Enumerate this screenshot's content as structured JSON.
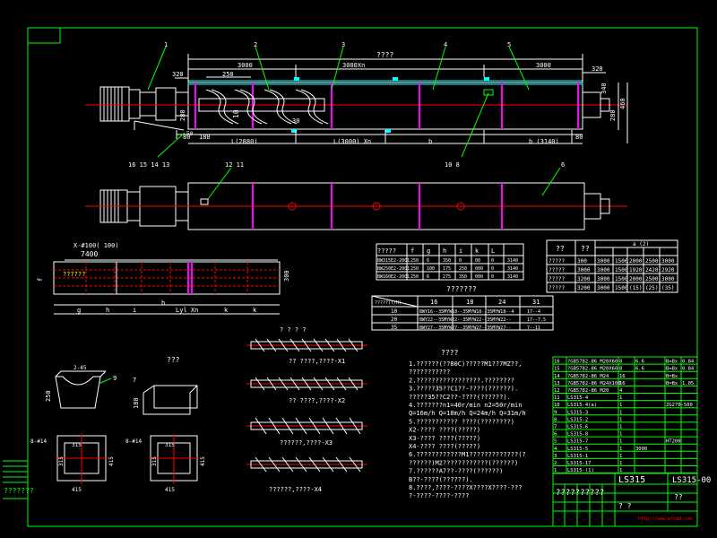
{
  "colors": {
    "background": "#000000",
    "frame": "#00ff00",
    "dimension": "#ffffff",
    "centerline": "#ff0000",
    "flange": "#ff00ff",
    "leader": "#ffff00",
    "note": "#ffff00",
    "conveyor_body": "#ffffff",
    "motor": "#ffffff"
  },
  "top_view": {
    "part_numbers": [
      "1",
      "2",
      "3",
      "4",
      "5"
    ],
    "overall_dim": "????",
    "dims_top": [
      "3000",
      "3000Xn",
      "3000"
    ],
    "dim_320_top": "320",
    "dim_250": "250",
    "dim_340": "340",
    "dim_280": "280",
    "dim_460": "460",
    "dim_80_left": "80",
    "dim_80_right": "80",
    "dim_280_left": "280",
    "dim_10": "10",
    "dim_30": "30",
    "dim_180": "180",
    "bottom_dims": [
      "L(2880)",
      "L(3000) Xn",
      "b",
      "b (3140)"
    ],
    "bottom_labels": [
      "16 15 14 13",
      "10  8"
    ],
    "marker_50": "50"
  },
  "plan_view": {
    "labels_top": [
      "12  11"
    ],
    "part_6": "6"
  },
  "trough_section": {
    "title": "X-#100(  100)",
    "length": "7400",
    "mark": "??????",
    "dim_300": "300",
    "labels_bottom": [
      "g",
      "h",
      "i",
      "h",
      "Lyl  Xn",
      "k",
      "k"
    ],
    "label_f": "f"
  },
  "details": {
    "title_a": "???",
    "part_9": "9",
    "part_7": "7",
    "dim_250": "250",
    "dim_2_45": "2-45",
    "dim_180": "180",
    "section_a_dims": [
      "315",
      "415",
      "315",
      "415"
    ],
    "section_b_dims": [
      "315",
      "415",
      "315",
      "415"
    ],
    "section_a_label": "8-#14",
    "section_b_label": "8-#14"
  },
  "screws": {
    "title": "? ? ? ?",
    "captions": [
      "??  ????,????-X1",
      "??  ????,????-X2",
      "??????,????-X3",
      "??????,????-X4"
    ],
    "x_labels": [
      "X2-????",
      "X3-????",
      "X4-????",
      "B??-????"
    ]
  },
  "param_table_left": {
    "headers": [
      "?????",
      "f",
      "g",
      "h",
      "i",
      "k",
      "L"
    ],
    "rows": [
      [
        "BW315E2-2001",
        "250",
        "6",
        "350",
        "0",
        "00",
        "0",
        "3140"
      ],
      [
        "BW250E2-2001",
        "250",
        "100",
        "175",
        "250",
        "000",
        "0",
        "3140"
      ],
      [
        "BW160E2-2001",
        "250",
        "6",
        "275",
        "350",
        "000",
        "0",
        "3140"
      ]
    ]
  },
  "param_table_right": {
    "headers": [
      "??",
      "??",
      "a  (2)"
    ],
    "rows": [
      [
        "?????",
        "300",
        "3000",
        "1500",
        "2000",
        "2500",
        "3000"
      ],
      [
        "?????",
        "3000",
        "3000",
        "1500",
        "1920",
        "2420",
        "2920"
      ],
      [
        "?????",
        "3200",
        "3000",
        "1500",
        "2000",
        "2500",
        "3000"
      ],
      [
        "?????",
        "3200",
        "3000",
        "1500",
        "(15)",
        "(25)",
        "(35)"
      ]
    ]
  },
  "ratio_table": {
    "title": "???????",
    "headers": [
      "?????(T/H)",
      "16",
      "18",
      "24",
      "31"
    ],
    "rows": [
      [
        "10",
        "BWY16--35MYW18--35MYW18--35MYW18--4",
        "17--4"
      ],
      [
        "20",
        "BWY22--35MYW22--35MYW22--35MYW22--",
        "17--7.5"
      ],
      [
        "35",
        "BWY27--35MYW27--35MYW27--35MYW27--",
        "7--11"
      ]
    ]
  },
  "notes": {
    "title": "????",
    "lines": [
      "1.??????(??80C)?????M1??7MZ??,",
      "  ???????????",
      "2.?????????????????.????????",
      "3.?????35??C1??-????(??????).",
      "  ?????35??C2??-????(??????).",
      "4.???????n1=40r/min  n2=50r/min",
      "  Q=16m/h    Q=18m/h    Q=24m/h    Q=31m/h",
      "5.???????????  ????(????????)",
      "  X2-????  ????(?????)",
      "  X3-????  ????(?????)",
      "  X4-????  ????(?????)",
      "6.????????????M1?????????????(?",
      "  ??????)M2????????????(??????)",
      "7.??????A7??-????(??????)",
      "  B??-????(??????).",
      "8.????,????-????X????X????-???",
      "  ?-????-????-????"
    ],
    "q_line": "Q=16m/h    Q=18m/h    Q=24m/h    Q=31m/h"
  },
  "parts_list": {
    "rows": [
      [
        "16",
        "?GB5782-86 M20X60",
        "8",
        "6.6",
        "B=Bx",
        "0.84"
      ],
      [
        "15",
        "?GB5782-86 M20X60",
        "8",
        "6.6",
        "B=Bx",
        "0.84"
      ],
      [
        "14",
        "?GB5782-86 M24",
        "16",
        "",
        "B=Bx",
        ""
      ],
      [
        "13",
        "?GB5782-86 M24X100",
        "16",
        "",
        "B=Bx",
        "1.05"
      ],
      [
        "12",
        "?GB5782-86 M20",
        "4",
        "",
        "",
        ""
      ],
      [
        "11",
        "LS315-4",
        "1",
        "",
        "",
        ""
      ],
      [
        "10",
        "LS315-4(a)",
        "1",
        "",
        "ZG270-500",
        ""
      ],
      [
        "9",
        "LS315-3",
        "1",
        "",
        "",
        ""
      ],
      [
        "8",
        "LS315-2",
        "1",
        "",
        "",
        ""
      ],
      [
        "7",
        "LS315-6",
        "1",
        "",
        "",
        ""
      ],
      [
        "6",
        "LS315-8",
        "1",
        "",
        "",
        ""
      ],
      [
        "5",
        "LS315-7",
        "1",
        "",
        "HT200",
        ""
      ],
      [
        "4",
        "LS315-5",
        "1",
        "3000",
        "",
        ""
      ],
      [
        "3",
        "LS315-1",
        "1",
        "",
        "",
        ""
      ],
      [
        "2",
        "LS315-17",
        "1",
        "",
        "",
        ""
      ],
      [
        "1",
        "LS315-(1)",
        "1",
        "",
        "",
        ""
      ]
    ]
  },
  "title_block": {
    "drawing_no": "LS315",
    "code": "LS315-00",
    "name": "??????????",
    "scale": "??",
    "sheet": "? ?",
    "website": "http://www.mfcad.com",
    "left_stamp": "???????"
  }
}
